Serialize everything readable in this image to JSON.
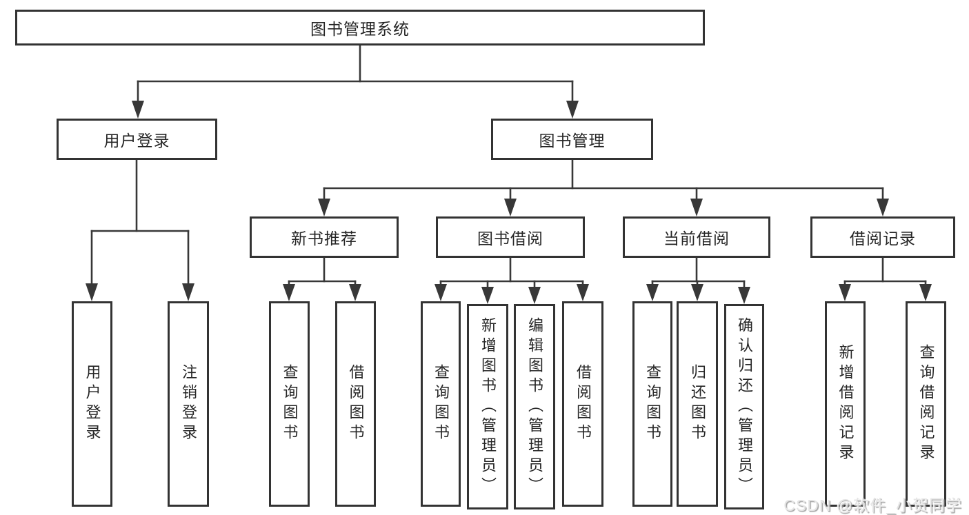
{
  "diagram": {
    "root": {
      "label": "图书管理系统"
    },
    "groups": [
      {
        "label": "用户登录",
        "children": [
          {
            "label": "用户登录"
          },
          {
            "label": "注销登录"
          }
        ]
      },
      {
        "label": "图书管理",
        "subgroups": [
          {
            "label": "新书推荐",
            "children": [
              {
                "label": "查询图书"
              },
              {
                "label": "借阅图书"
              }
            ]
          },
          {
            "label": "图书借阅",
            "children": [
              {
                "label": "查询图书"
              },
              {
                "label": "新增图书（管理员）"
              },
              {
                "label": "编辑图书（管理员）"
              },
              {
                "label": "借阅图书"
              }
            ]
          },
          {
            "label": "当前借阅",
            "children": [
              {
                "label": "查询图书"
              },
              {
                "label": "归还图书"
              },
              {
                "label": "确认归还（管理员）"
              }
            ]
          },
          {
            "label": "借阅记录",
            "children": [
              {
                "label": "新增借阅记录"
              },
              {
                "label": "查询借阅记录"
              }
            ]
          }
        ]
      }
    ]
  },
  "watermark": {
    "text": "CSDN @软件_小贺同学"
  },
  "colors": {
    "line": "#383838",
    "box_border": "#333333",
    "box_fill": "#ffffff",
    "text": "#262626",
    "watermark": "#e3e3e3",
    "background": "#ffffff"
  }
}
